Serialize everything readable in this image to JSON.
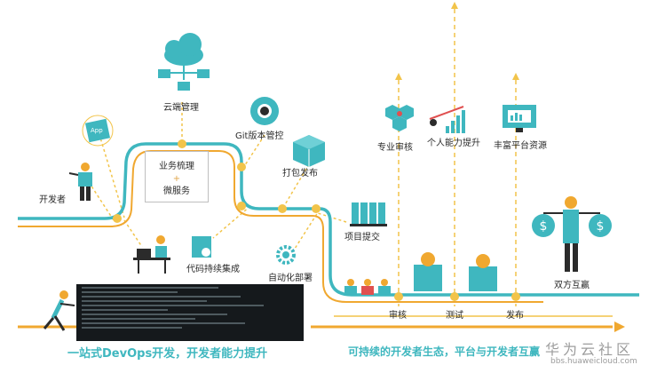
{
  "nodes": {
    "developer": "开发者",
    "cloud": "云端管理",
    "git": "Git版本管控",
    "package": "打包发布",
    "ci": "代码持续集成",
    "deploy": "自动化部署",
    "submit": "项目提交",
    "expert_review": "专业审核",
    "skill_up": "个人能力提升",
    "resources": "丰富平台资源",
    "review": "审核",
    "test": "测试",
    "release": "发布",
    "win_win": "双方互赢"
  },
  "center_box": {
    "line1": "业务梳理",
    "plus": "+",
    "line2": "微服务"
  },
  "app_card": "App",
  "footer": {
    "left": "一站式DevOps开发，开发者能力提升",
    "right": "可持续的开发者生态，平台与开发者互赢"
  },
  "watermark": {
    "brand": "华为云社区",
    "url": "bbs.huaweicloud.com"
  },
  "colors": {
    "teal": "#3fb7bf",
    "yellow": "#f2c44a",
    "orange": "#f0a830",
    "dark": "#2b2b2b"
  }
}
